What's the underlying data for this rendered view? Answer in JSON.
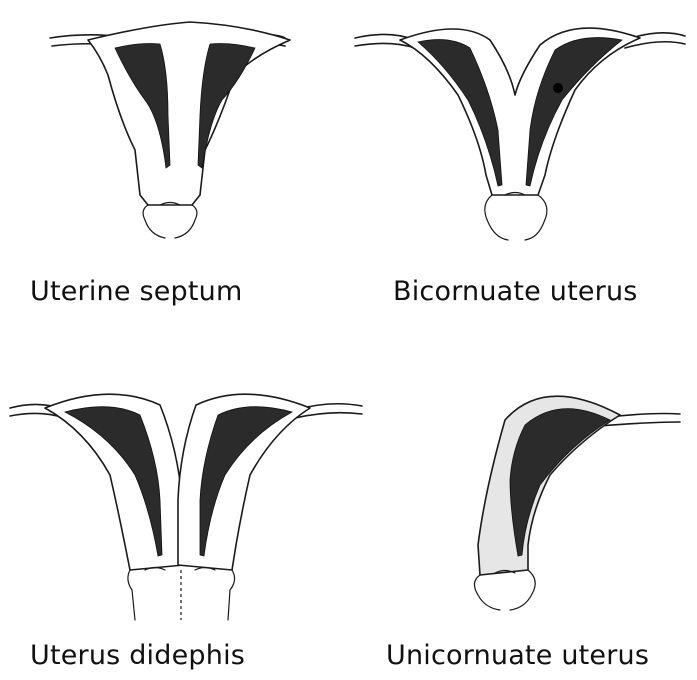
{
  "captions": {
    "septate": "Uterine septum",
    "bicornuate": "Bicornuate uterus",
    "didelphys": "Uterus didephis",
    "unicornuate": "Unicornuate uterus"
  },
  "colors": {
    "outline": "#1a1a1a",
    "cavity": "#2b2b2b",
    "background": "#ffffff"
  }
}
